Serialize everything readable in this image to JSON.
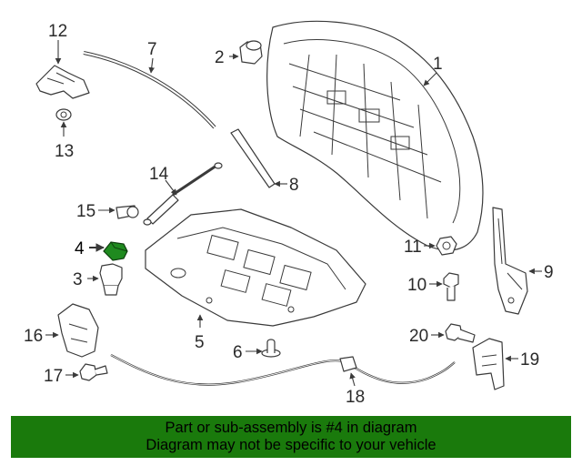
{
  "callouts": {
    "c1": "1",
    "c2": "2",
    "c3": "3",
    "c4": "4",
    "c5": "5",
    "c6": "6",
    "c7": "7",
    "c8": "8",
    "c9": "9",
    "c10": "10",
    "c11": "11",
    "c12": "12",
    "c13": "13",
    "c14": "14",
    "c15": "15",
    "c16": "16",
    "c17": "17",
    "c18": "18",
    "c19": "19",
    "c20": "20"
  },
  "highlight": {
    "part": "4",
    "color": "#1f8a1f"
  },
  "banner": {
    "line1": "Part or sub-assembly is #4 in diagram",
    "line2": "Diagram may not be specific to your vehicle",
    "background": "#1a7a0c"
  }
}
